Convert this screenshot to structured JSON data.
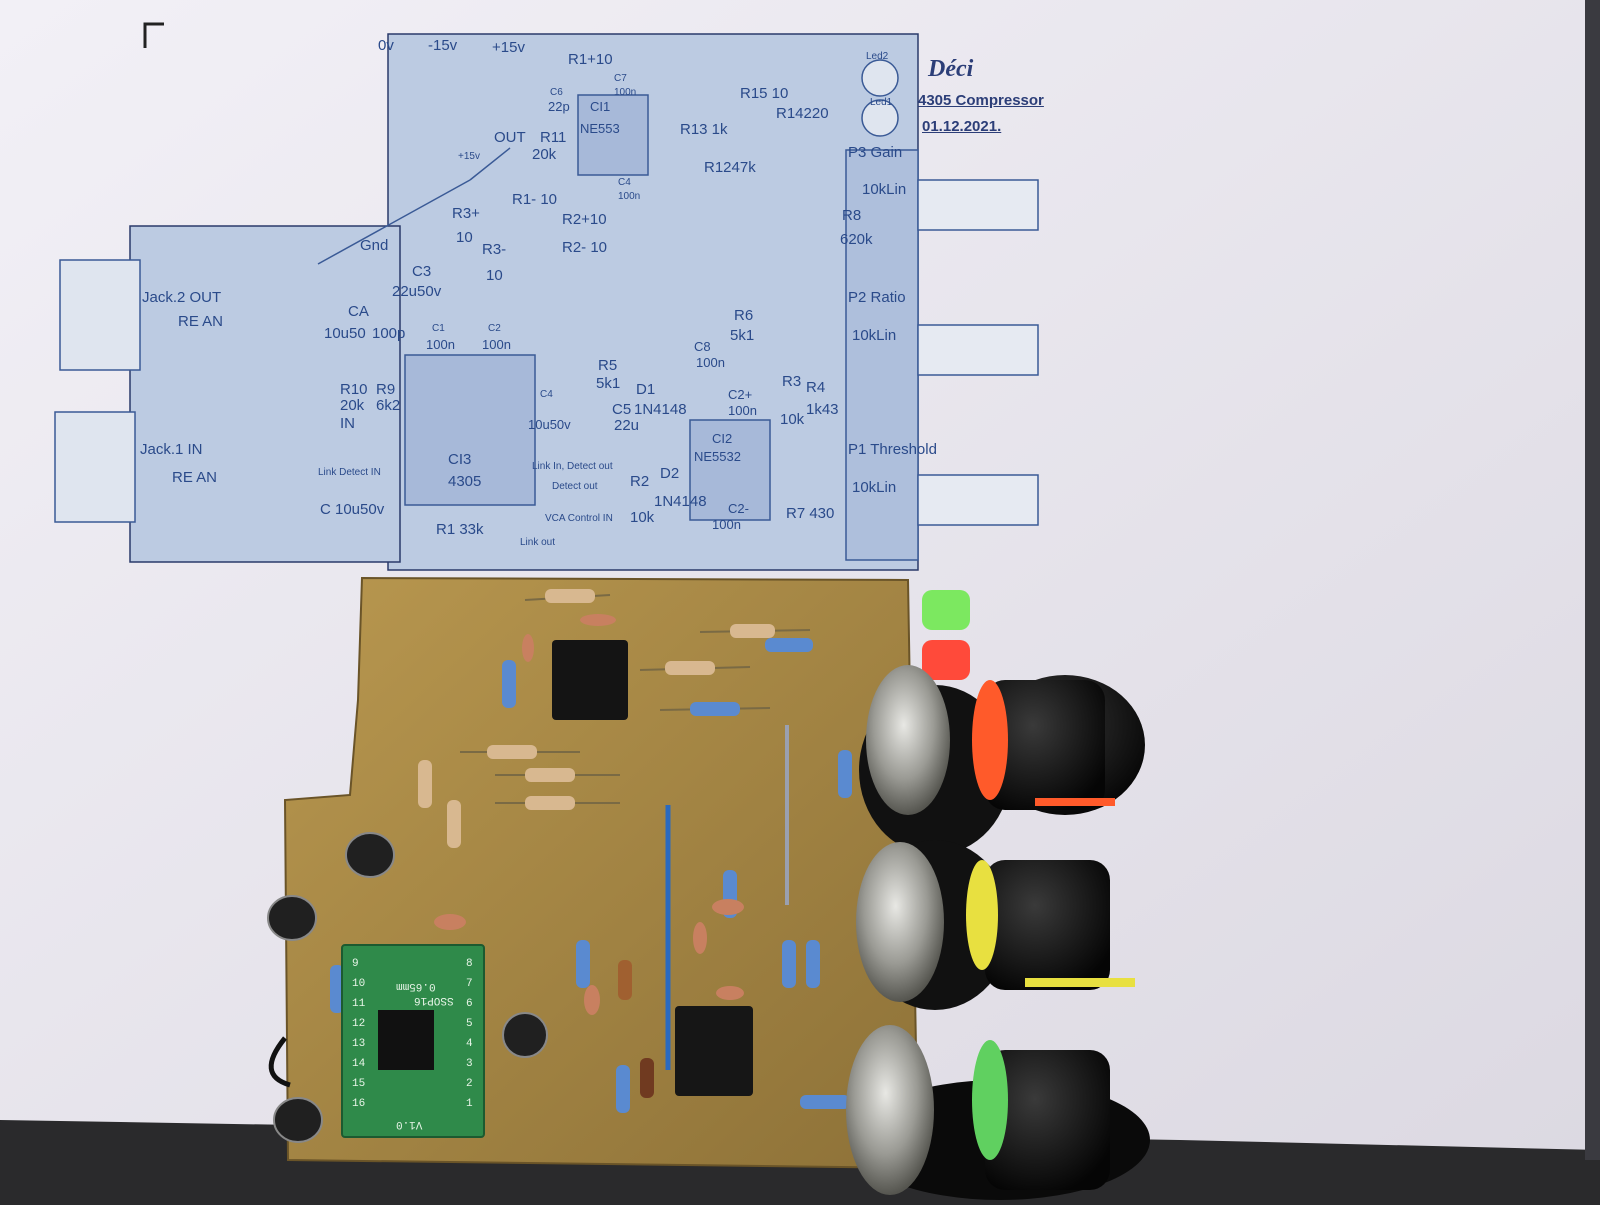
{
  "sheet": {
    "title": "Déci",
    "subtitle": "4305 Compressor",
    "date": "01.12.2021."
  },
  "schematic_labels": {
    "power": [
      "0v",
      "-15v",
      "+15v"
    ],
    "out": "OUT",
    "plus15": "+15v",
    "gnd": "Gnd",
    "jack2": "Jack.2 OUT",
    "jack1": "Jack.1 IN",
    "rean": "RE AN",
    "r_10": "R1+10",
    "c7": "C7",
    "c7_val": "100n",
    "c6": "C6",
    "c6_val": "22p",
    "r11": "R11",
    "r11_val": "20k",
    "ci1": "CI1",
    "ne553": "NE553",
    "r13": "R13 1k",
    "r15": "R15 10",
    "r14": "R14220",
    "r12": "R1247k",
    "r1m": "R1- 10",
    "c4": "C4",
    "c4_val": "100n",
    "r2p": "R2+10",
    "r2m": "R2- 10",
    "r3p": "R3+",
    "r3p_val": "10",
    "r3m": "R3-",
    "r3m_val": "10",
    "c3": "C3",
    "c3_val": "22u50v",
    "ca": "CA",
    "ca_val": "10u50",
    "c100p": "100p",
    "c1": "C1",
    "c1_val": "100n",
    "c2": "C2",
    "c2_val": "100n",
    "r10": "R10",
    "r10_val": "20k",
    "r9": "R9",
    "r9_val": "6k2",
    "in": "IN",
    "link_detect": "Link Detect IN",
    "ci3": "CI3",
    "ci3_val": "4305",
    "c_in": "C 10u50v",
    "r1": "R1 33k",
    "c4b": "C4",
    "c4b_val": "10u50v",
    "link_in": "Link In, Detect out",
    "detect_out": "Detect out",
    "vca": "VCA Control IN",
    "link_out": "Link out",
    "r5": "R5",
    "r5_val": "5k1",
    "c5": "C5",
    "c5_val": "22u",
    "d1": "D1",
    "d1_val": "1N4148",
    "r2": "R2",
    "r2_val": "10k",
    "d2": "D2",
    "d2_val": "1N4148",
    "r6": "R6",
    "r6_val": "5k1",
    "c8": "C8",
    "c8_val": "100n",
    "c2p": "C2+",
    "c2p_val": "100n",
    "ci2": "CI2",
    "ci2_val": "NE5532",
    "c2m": "C2-",
    "c2m_val": "100n",
    "r3": "R3",
    "r3_val": "10k",
    "r4": "R4",
    "r4_val": "1k43",
    "r7": "R7 430",
    "led2": "Led2",
    "led1": "Led1",
    "p3": "P3 Gain",
    "p3_val": "10kLin",
    "r8": "R8",
    "r8_val": "620k",
    "p2": "P2 Ratio",
    "p2_val": "10kLin",
    "p1": "P1 Threshold",
    "p1_val": "10kLin"
  },
  "adapter_chip": {
    "part": "SSOP16",
    "pitch": "0.65mm",
    "version": "V1.0",
    "pins_left": [
      "9",
      "10",
      "11",
      "12",
      "13",
      "14",
      "15",
      "16"
    ],
    "pins_right": [
      "8",
      "7",
      "6",
      "5",
      "4",
      "3",
      "2",
      "1"
    ]
  },
  "colors": {
    "paper": "#ece9f0",
    "ink": "#b7c7e0",
    "ink_dark": "#2a4a8a",
    "pcb": "#a8894a",
    "table": "#2a2a2c",
    "led_green": "#7ce860",
    "led_red": "#ff4a3a",
    "knob_accent_orange": "#ff5a2a",
    "knob_accent_yellow": "#e8e040",
    "knob_accent_green": "#60d060"
  }
}
